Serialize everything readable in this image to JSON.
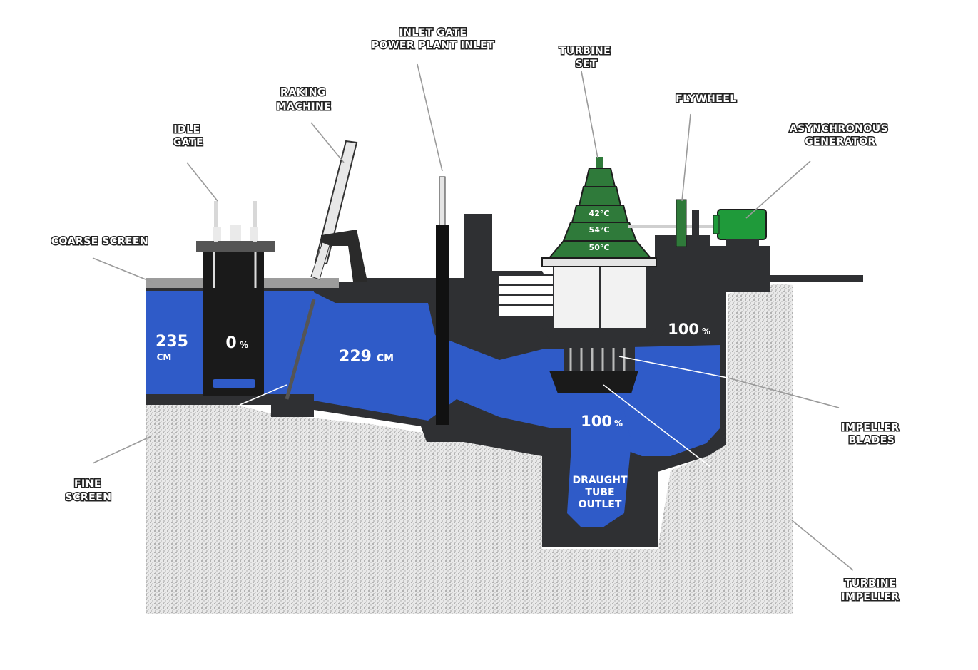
{
  "labels": {
    "inlet_gate_line1": "INLET GATE",
    "inlet_gate_line2": "POWER PLANT INLET",
    "turbine_set_line1": "TURBINE",
    "turbine_set_line2": "SET",
    "raking_machine_line1": "RAKING",
    "raking_machine_line2": "MACHINE",
    "flywheel": "FLYWHEEL",
    "async_gen_line1": "ASYNCHRONOUS",
    "async_gen_line2": "GENERATOR",
    "idle_gate_line1": "IDLE",
    "idle_gate_line2": "GATE",
    "coarse_screen": "COARSE SCREEN",
    "fine_screen_line1": "FINE",
    "fine_screen_line2": "SCREEN",
    "impeller_blades_line1": "IMPELLER",
    "impeller_blades_line2": "BLADES",
    "turbine_impeller_line1": "TURBINE",
    "turbine_impeller_line2": "IMPELLER",
    "draught_line1": "DRAUGHT",
    "draught_line2": "TUBE",
    "draught_line3": "OUTLET"
  },
  "readings": {
    "upstream_level": "235",
    "upstream_unit": "CM",
    "idle_gate_open": "0",
    "idle_gate_unit": "%",
    "forebay_level": "229",
    "forebay_unit": "CM",
    "guide_vane_open": "100",
    "guide_vane_unit": "%",
    "impeller_open": "100",
    "impeller_unit": "%",
    "temp_1": "42°C",
    "temp_2": "54°C",
    "temp_3": "50°C"
  },
  "colors": {
    "water": "#2f5bc8",
    "concrete": "#2f3033",
    "turbine_set": "#2f7a3a",
    "generator": "#1f9a3a",
    "equipment_light": "#f2f2f2"
  }
}
